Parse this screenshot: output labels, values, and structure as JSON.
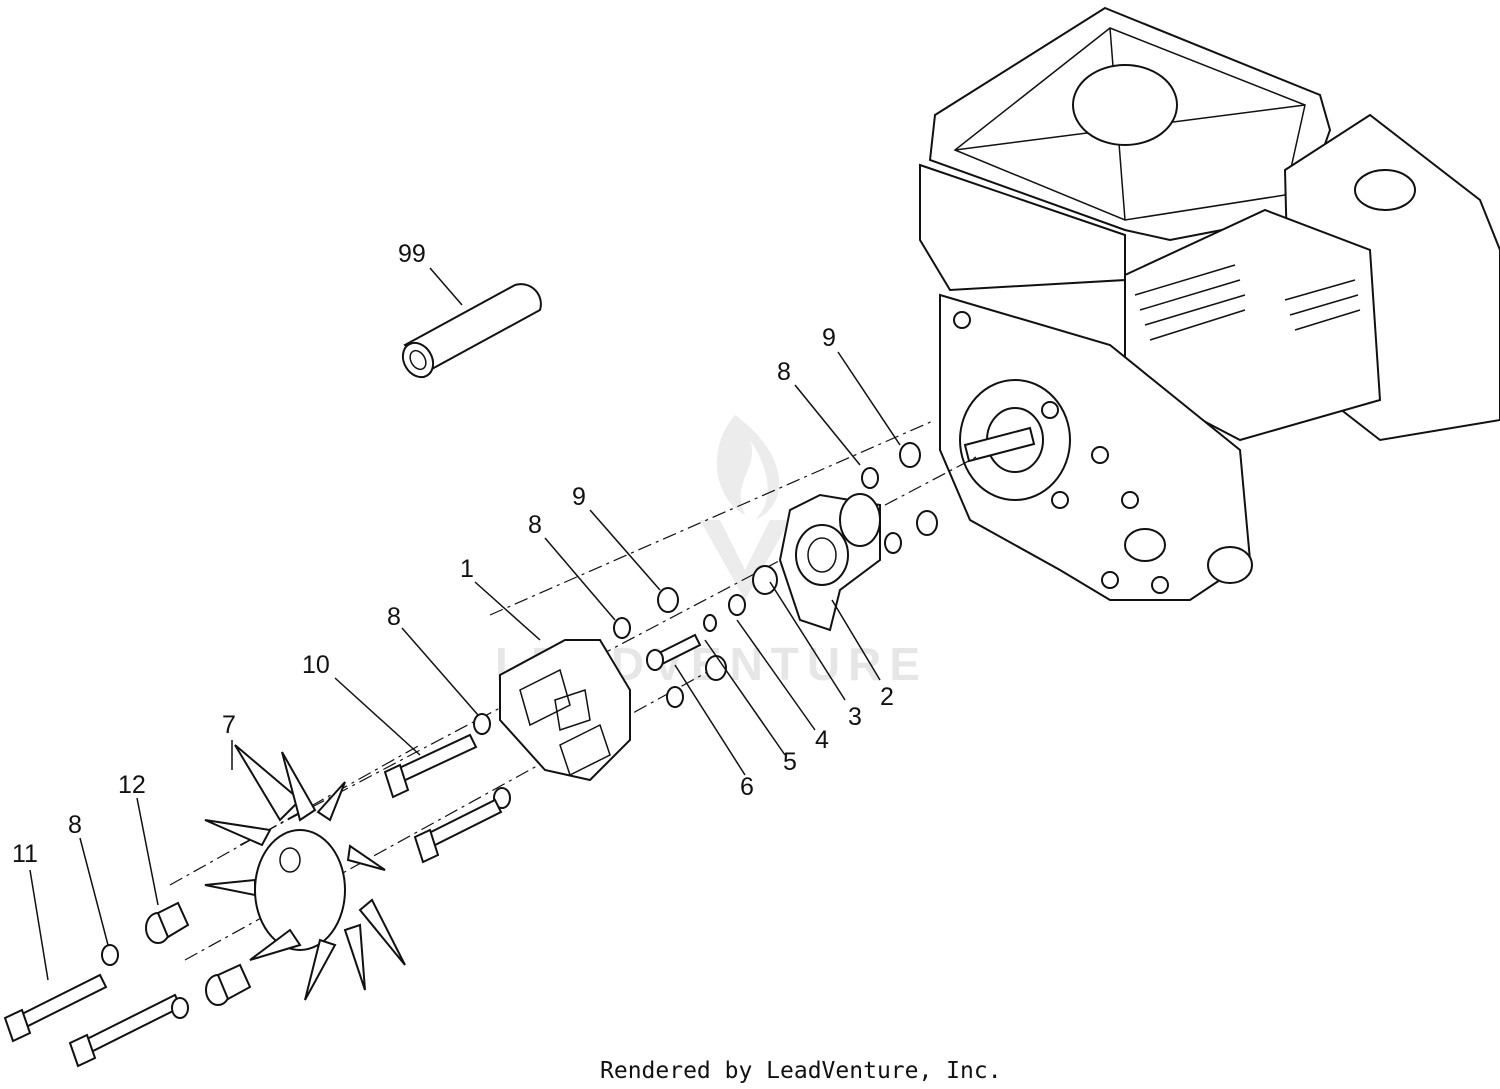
{
  "callouts": [
    {
      "id": "99",
      "text": "99"
    },
    {
      "id": "9a",
      "text": "9"
    },
    {
      "id": "8a",
      "text": "8"
    },
    {
      "id": "9b",
      "text": "9"
    },
    {
      "id": "8b",
      "text": "8"
    },
    {
      "id": "1",
      "text": "1"
    },
    {
      "id": "8c",
      "text": "8"
    },
    {
      "id": "10",
      "text": "10"
    },
    {
      "id": "7",
      "text": "7"
    },
    {
      "id": "12",
      "text": "12"
    },
    {
      "id": "8d",
      "text": "8"
    },
    {
      "id": "11",
      "text": "11"
    },
    {
      "id": "2",
      "text": "2"
    },
    {
      "id": "3",
      "text": "3"
    },
    {
      "id": "4",
      "text": "4"
    },
    {
      "id": "5",
      "text": "5"
    },
    {
      "id": "6",
      "text": "6"
    }
  ],
  "watermark": "LEADVENTURE",
  "footer": "Rendered by LeadVenture, Inc."
}
